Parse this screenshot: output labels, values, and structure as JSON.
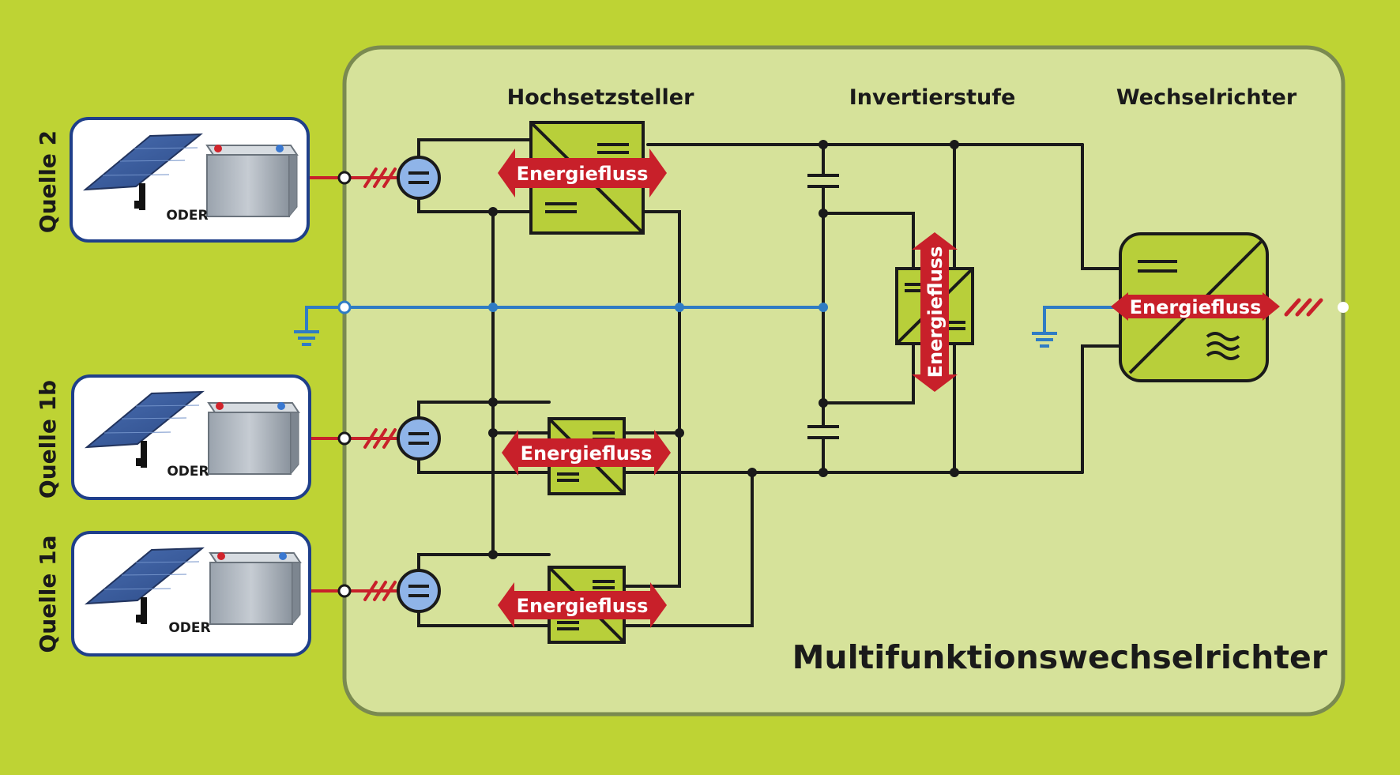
{
  "colors": {
    "background": "#bed334",
    "panel": "#d6e29a",
    "panel_border": "#7a8a50",
    "converter": "#b8cf3a",
    "wire": "#1a1a1a",
    "ground_wire": "#2f7cc4",
    "ac_line": "#c8202a",
    "arrow": "#c8202a",
    "source_card_border": "#1f3f8a",
    "rectifier_fill": "#8fb4e8"
  },
  "sections": {
    "boost": "Hochsetzsteller",
    "inverter_stage": "Invertierstufe",
    "inverter": "Wechselrichter"
  },
  "title": "Multifunktionswechselrichter",
  "arrow_label": "Energiefluss",
  "sources": [
    {
      "label": "Quelle 2",
      "oder": "ODER"
    },
    {
      "label": "Quelle 1b",
      "oder": "ODER"
    },
    {
      "label": "Quelle 1a",
      "oder": "ODER"
    }
  ],
  "icons": [
    "solar-panel-icon",
    "battery-icon",
    "dc-source-icon",
    "ground-icon",
    "capacitor-icon",
    "dc-dc-converter-icon",
    "dc-ac-converter-icon"
  ]
}
